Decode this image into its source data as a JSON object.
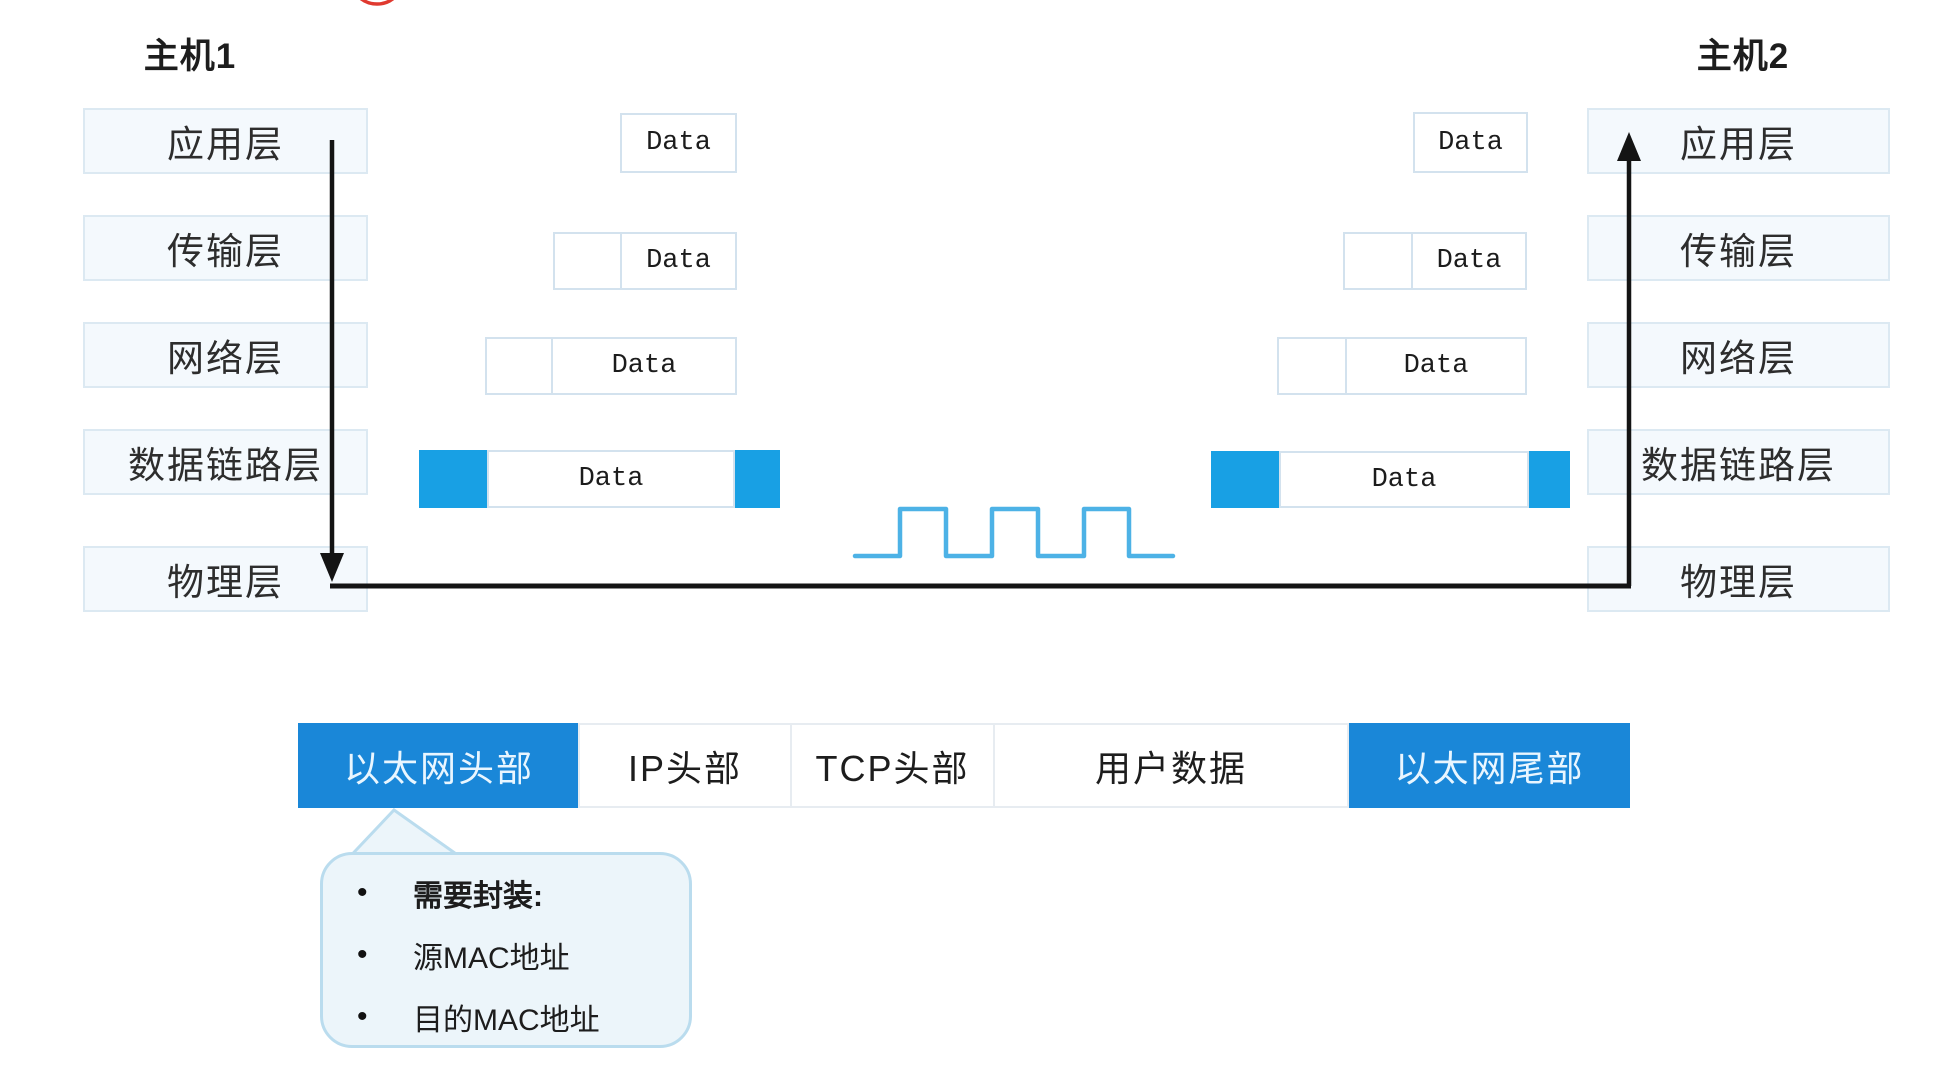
{
  "hosts": {
    "host1": {
      "title": "主机1",
      "layers": [
        "应用层",
        "传输层",
        "网络层",
        "数据链路层",
        "物理层"
      ]
    },
    "host2": {
      "title": "主机2",
      "layers": [
        "应用层",
        "传输层",
        "网络层",
        "数据链路层",
        "物理层"
      ]
    }
  },
  "pdu": {
    "data_label": "Data"
  },
  "frame_fields": [
    {
      "label": "以太网头部",
      "style": "blue"
    },
    {
      "label": "IP头部",
      "style": "white"
    },
    {
      "label": "TCP头部",
      "style": "white"
    },
    {
      "label": "用户数据",
      "style": "white"
    },
    {
      "label": "以太网尾部",
      "style": "blue"
    }
  ],
  "callout": {
    "bullet": "•",
    "items": [
      {
        "text": "需要封装:",
        "bold": true
      },
      {
        "text": "源MAC地址",
        "bold": false
      },
      {
        "text": "目的MAC地址",
        "bold": false
      }
    ]
  },
  "colors": {
    "frame_blue": "#1a87d8",
    "square_blue": "#18a0e4",
    "wave_blue": "#4db2e6",
    "arrow_black": "#141414",
    "annotation_red": "#e0392f"
  }
}
